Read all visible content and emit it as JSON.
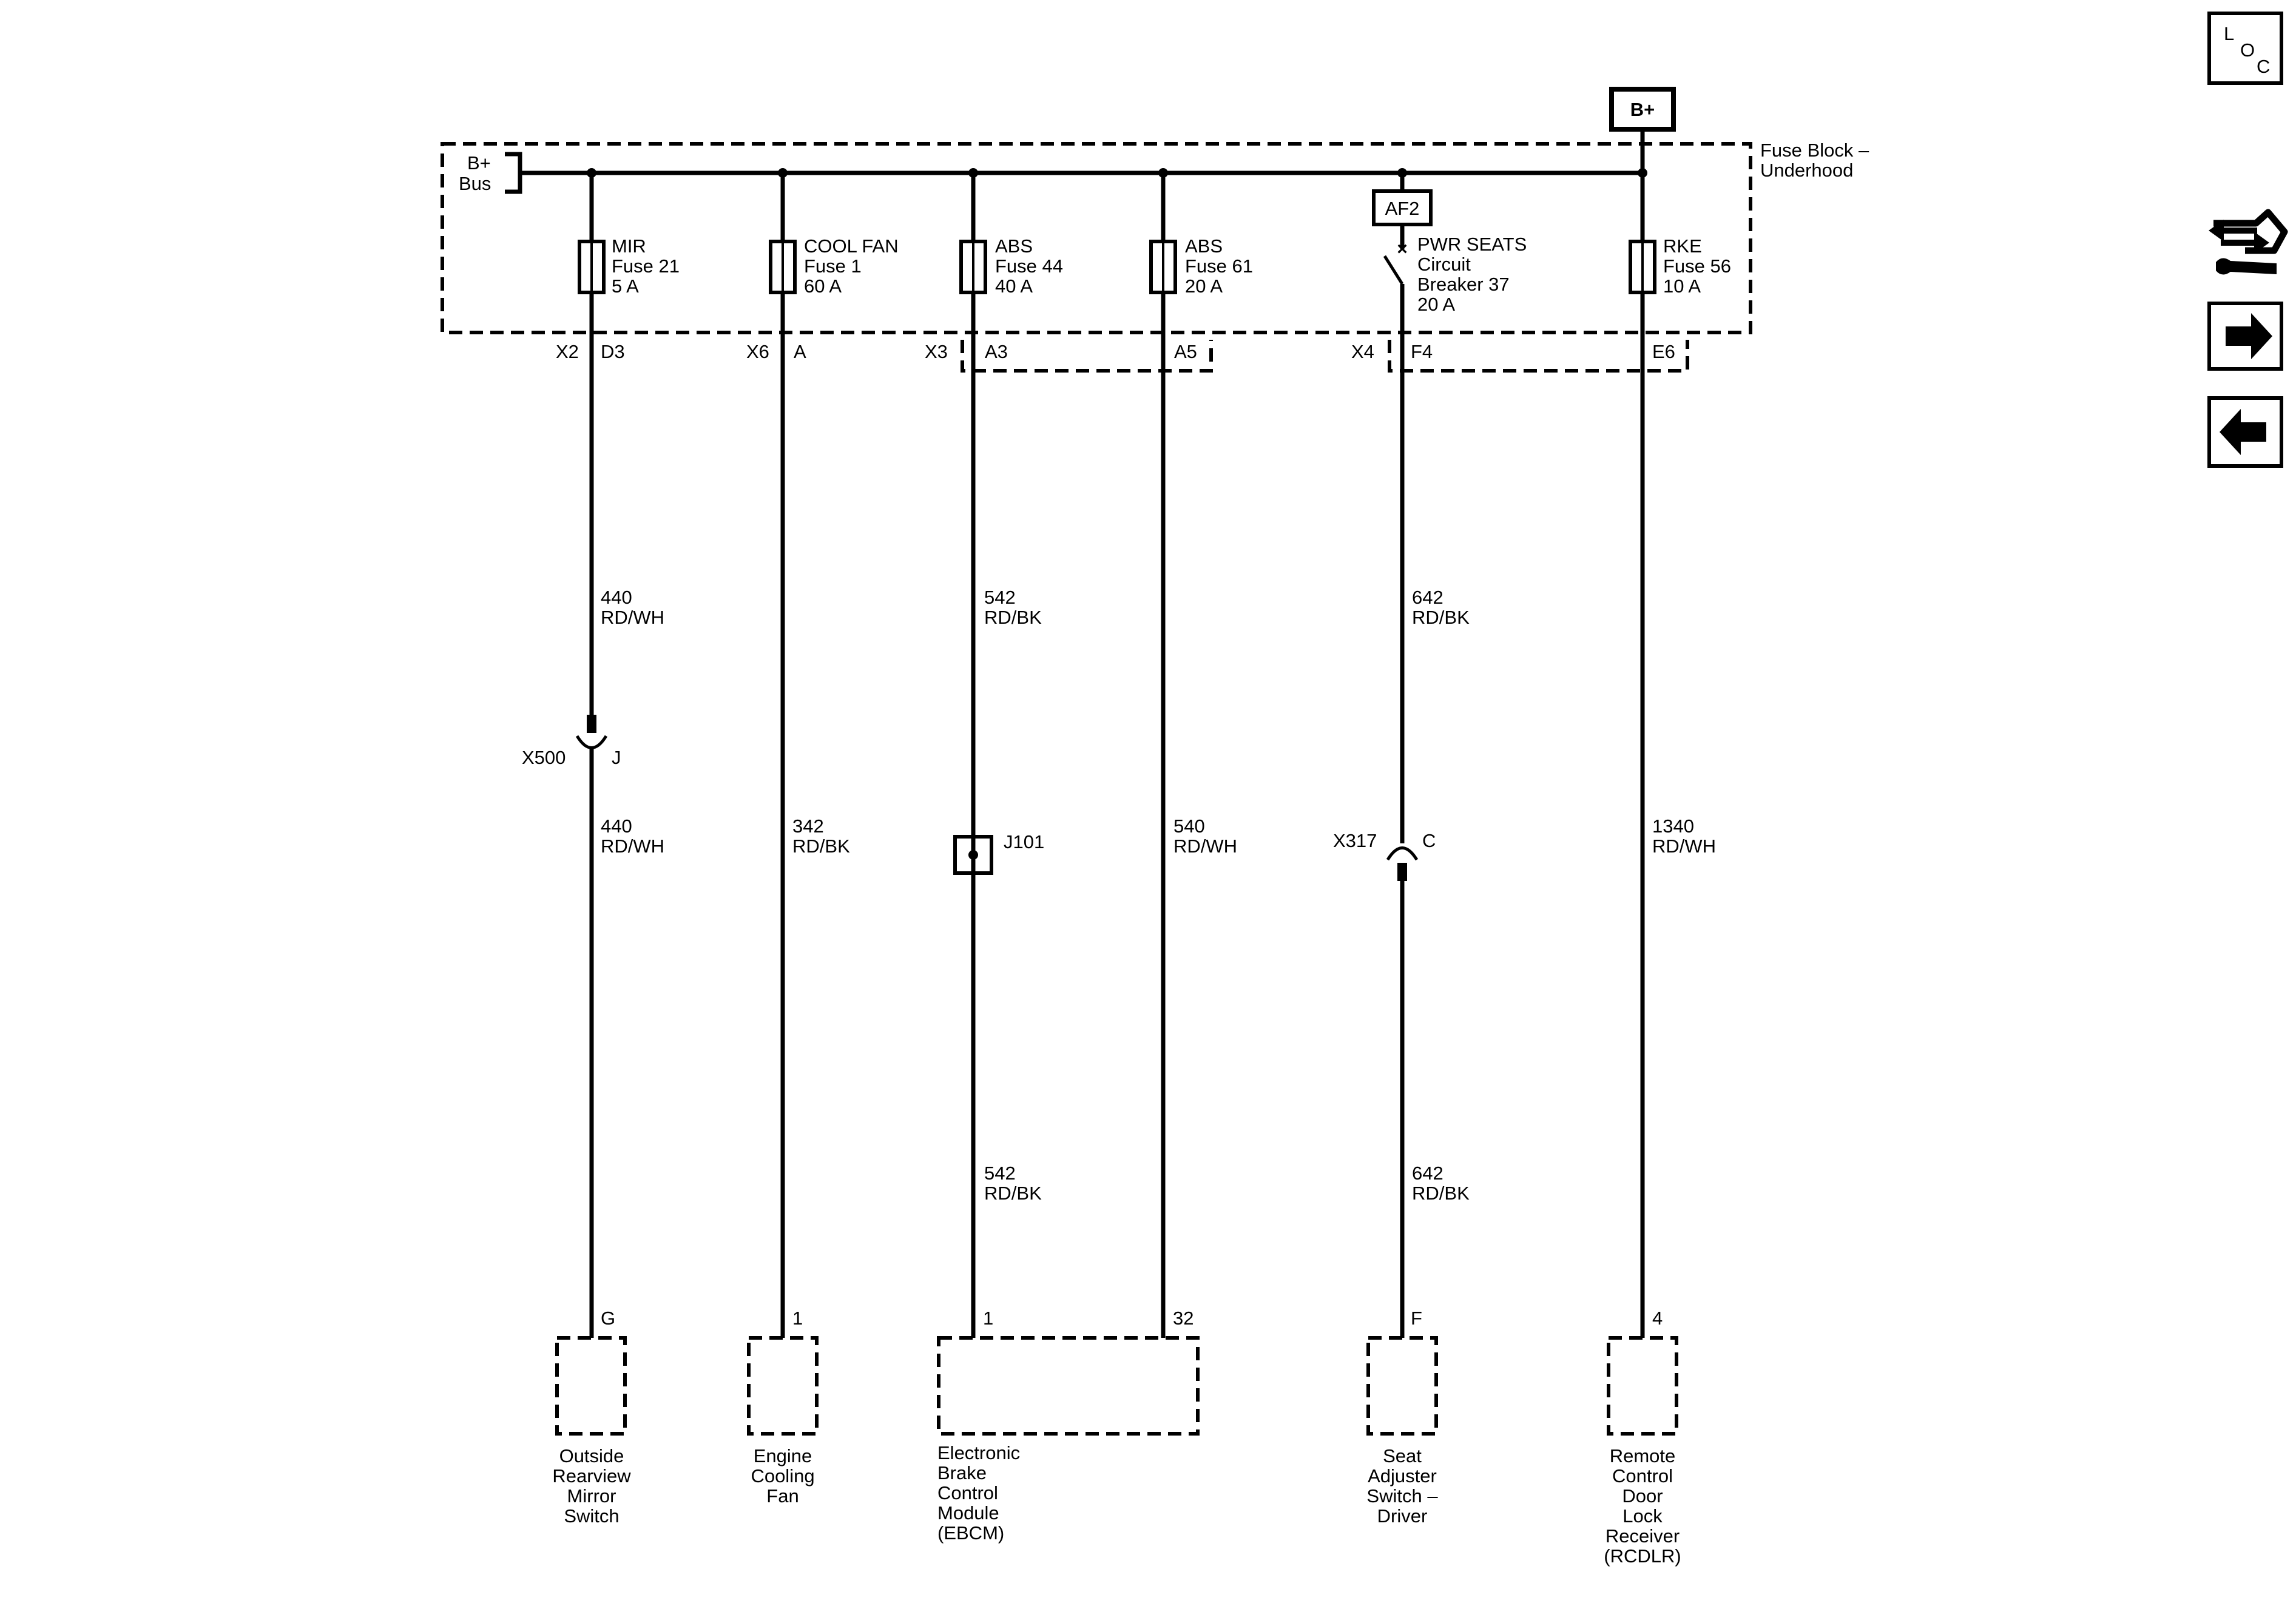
{
  "power": {
    "battery": "B+",
    "bus": [
      "B+",
      "Bus"
    ],
    "af2": "AF2"
  },
  "fuse_block": [
    "Fuse Block –",
    "Underhood"
  ],
  "circuits": [
    {
      "fuse": [
        "MIR",
        "Fuse 21",
        "5 A"
      ],
      "connector": "X2",
      "pin": "D3",
      "upper_wire": [
        "440",
        "RD/WH"
      ],
      "inline": {
        "type": "connector",
        "id": "X500",
        "pin": "J"
      },
      "lower_wire": [
        "440",
        "RD/WH"
      ],
      "component_pin": "G",
      "component": [
        "Outside",
        "Rearview",
        "Mirror",
        "Switch"
      ]
    },
    {
      "fuse": [
        "COOL FAN",
        "Fuse 1",
        "60 A"
      ],
      "connector": "X6",
      "pin": "A",
      "wire": [
        "342",
        "RD/BK"
      ],
      "component_pin": "1",
      "component": [
        "Engine",
        "Cooling",
        "Fan"
      ]
    },
    {
      "fuse": [
        "ABS",
        "Fuse 44",
        "40 A"
      ],
      "connector": "X3",
      "pin": "A3",
      "upper_wire": [
        "542",
        "RD/BK"
      ],
      "inline": {
        "type": "splice",
        "id": "J101"
      },
      "lower_wire": [
        "542",
        "RD/BK"
      ],
      "component_pin": "1"
    },
    {
      "fuse": [
        "ABS",
        "Fuse 61",
        "20 A"
      ],
      "pin": "A5",
      "wire": [
        "540",
        "RD/WH"
      ],
      "component_pin": "32",
      "component": [
        "Electronic",
        "Brake",
        "Control",
        "Module",
        "(EBCM)"
      ]
    },
    {
      "fuse": [
        "PWR SEATS",
        "Circuit",
        "Breaker 37",
        "20 A"
      ],
      "connector": "X4",
      "pin": "F4",
      "upper_wire": [
        "642",
        "RD/BK"
      ],
      "inline": {
        "type": "connector",
        "id": "X317",
        "pin": "C"
      },
      "lower_wire": [
        "642",
        "RD/BK"
      ],
      "component_pin": "F",
      "component": [
        "Seat",
        "Adjuster",
        "Switch –",
        "Driver"
      ]
    },
    {
      "fuse": [
        "RKE",
        "Fuse 56",
        "10 A"
      ],
      "pin": "E6",
      "wire": [
        "1340",
        "RD/WH"
      ],
      "component_pin": "4",
      "component": [
        "Remote",
        "Control",
        "Door",
        "Lock",
        "Receiver",
        "(RCDLR)"
      ]
    }
  ],
  "nav": {
    "loc": [
      "L",
      "O",
      "C"
    ],
    "icons": [
      "connector-end-view-icon",
      "next-page-icon",
      "previous-page-icon"
    ]
  }
}
